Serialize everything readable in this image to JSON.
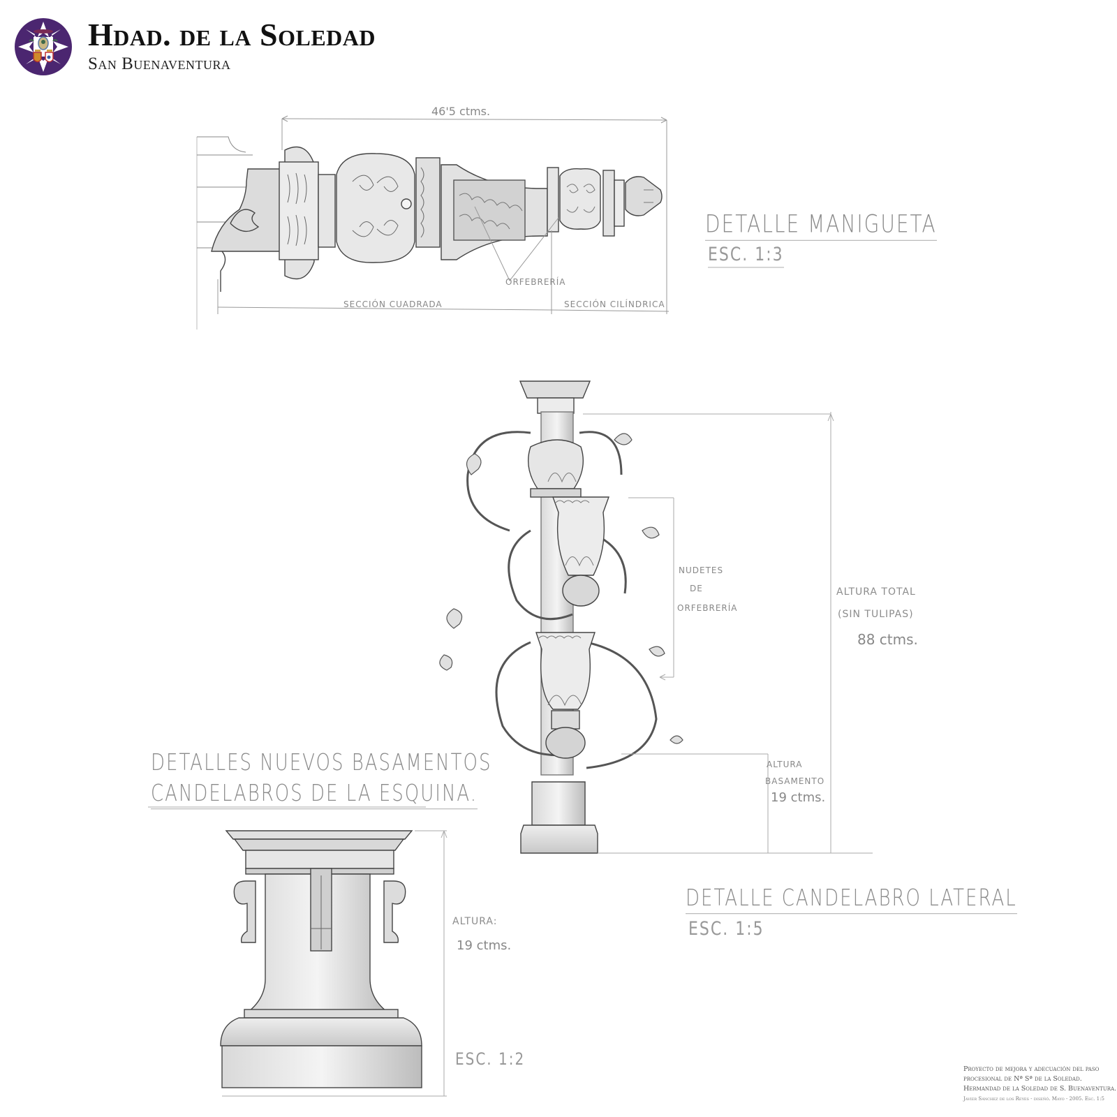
{
  "header": {
    "title": "Hdad. de la Soledad",
    "subtitle": "San Buenaventura",
    "logo": "brotherhood-crest",
    "brand_color": "#4b2670"
  },
  "manigueta": {
    "title": "Detalle Manigueta",
    "scale": "Esc. 1:3",
    "total_length": "46'5 ctms.",
    "label_orfebreria": "Orfebrería",
    "section_square": "Sección cuadrada",
    "section_cylindrical": "Sección cilíndrica"
  },
  "candelabro": {
    "title": "Detalle candelabro lateral",
    "scale": "Esc. 1:5",
    "nudetes_line1": "Nudetes",
    "nudetes_line2": "de",
    "nudetes_line3": "orfebrería",
    "total_height_line1": "Altura total",
    "total_height_line2": "(sin tulipas)",
    "total_height_value": "88 ctms.",
    "base_height_line1": "Altura",
    "base_height_line2": "basamento",
    "base_height_value": "19 ctms."
  },
  "basamentos": {
    "title_line1": "Detalles nuevos basamentos",
    "title_line2": "candelabros de la esquina.",
    "height_label": "Altura:",
    "height_value": "19 ctms.",
    "scale": "Esc. 1:2"
  },
  "caption": {
    "line1": "Proyecto de mejora y adecuación del paso",
    "line2": "procesional de Nª Sª de la Soledad.",
    "line3": "Hermandad de la Soledad de S. Buenaventura.",
    "line4": "Javier Sánchez de los Reyes - diseñó. Mayo - 2005. Esc. 1:5"
  }
}
